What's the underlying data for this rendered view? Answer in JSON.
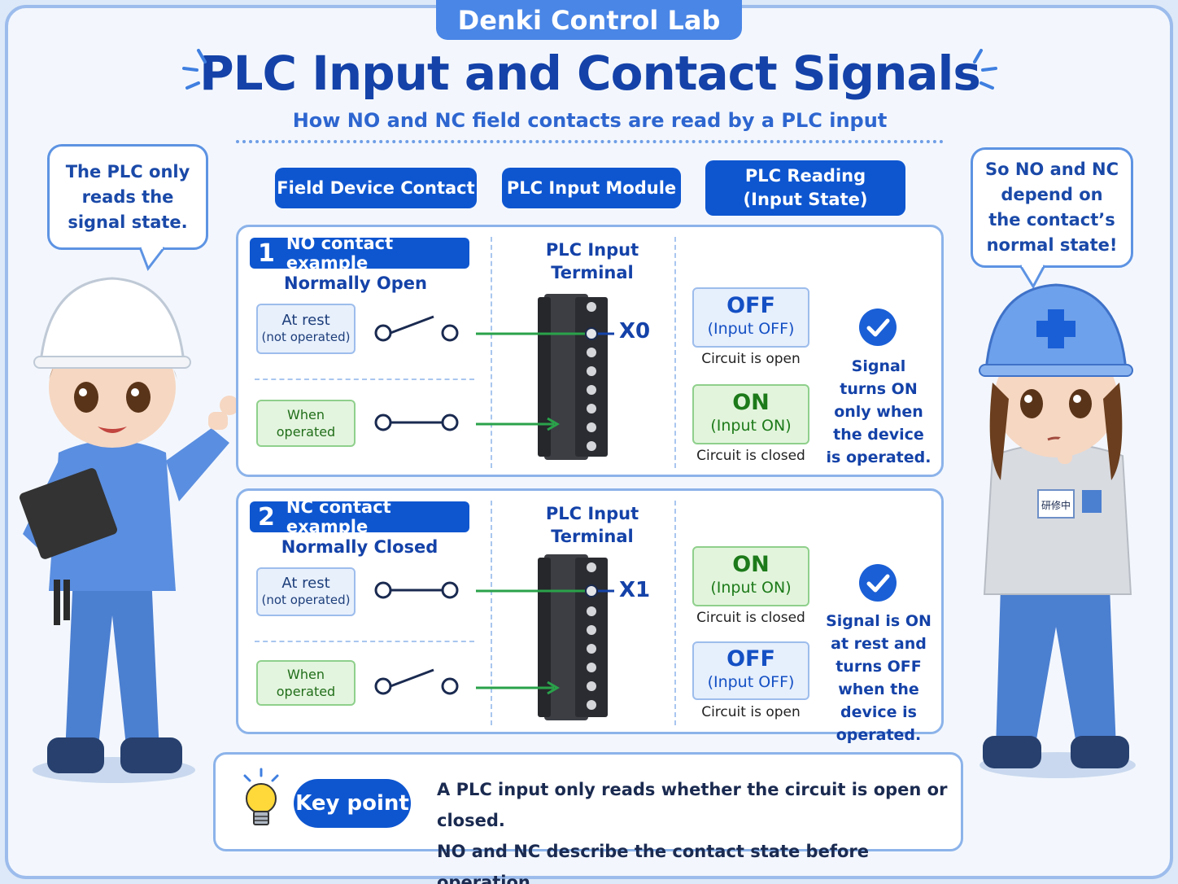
{
  "brand": "Denki Control Lab",
  "title": "PLC Input and Contact Signals",
  "subtitle": "How NO and NC field contacts are read by a PLC input",
  "columns": {
    "field": "Field Device Contact",
    "module": "PLC Input Module",
    "reading_line1": "PLC Reading",
    "reading_line2": "(Input State)"
  },
  "bubble_left": "The PLC only reads the signal state.",
  "bubble_right": "So NO and NC depend on the contact’s normal state!",
  "examples": [
    {
      "num": "1",
      "tab": "NO contact example",
      "mode": "Normally Open",
      "rest_main": "At rest",
      "rest_small": "(not operated)",
      "operated": "When operated",
      "terminal_line1": "PLC Input",
      "terminal_line2": "Terminal",
      "address": "X0",
      "rest_state": "OFF",
      "rest_state_sub": "(Input OFF)",
      "rest_caption": "Circuit is open",
      "op_state": "ON",
      "op_state_sub": "(Input ON)",
      "op_caption": "Circuit is closed",
      "summary": "Signal turns ON only when the device is operated."
    },
    {
      "num": "2",
      "tab": "NC contact example",
      "mode": "Normally Closed",
      "rest_main": "At rest",
      "rest_small": "(not operated)",
      "operated": "When operated",
      "terminal_line1": "PLC Input",
      "terminal_line2": "Terminal",
      "address": "X1",
      "rest_state": "ON",
      "rest_state_sub": "(Input ON)",
      "rest_caption": "Circuit is closed",
      "op_state": "OFF",
      "op_state_sub": "(Input OFF)",
      "op_caption": "Circuit is open",
      "summary": "Signal is ON at rest and turns OFF when the device is operated."
    }
  ],
  "key_point": {
    "label": "Key point",
    "line1": "A PLC input only reads whether the circuit is open or closed.",
    "line2": "NO and NC describe the contact state before operation."
  },
  "badge_text": "研修中",
  "colors": {
    "primary": "#0e56d0",
    "title": "#1442a8",
    "on_green": "#1d7a1a",
    "wire_green": "#2aa24a",
    "frame": "#9cbcec"
  },
  "icons": [
    "check-icon",
    "light-bulb-icon",
    "switch-open-icon",
    "switch-closed-icon",
    "terminal-block-icon"
  ]
}
